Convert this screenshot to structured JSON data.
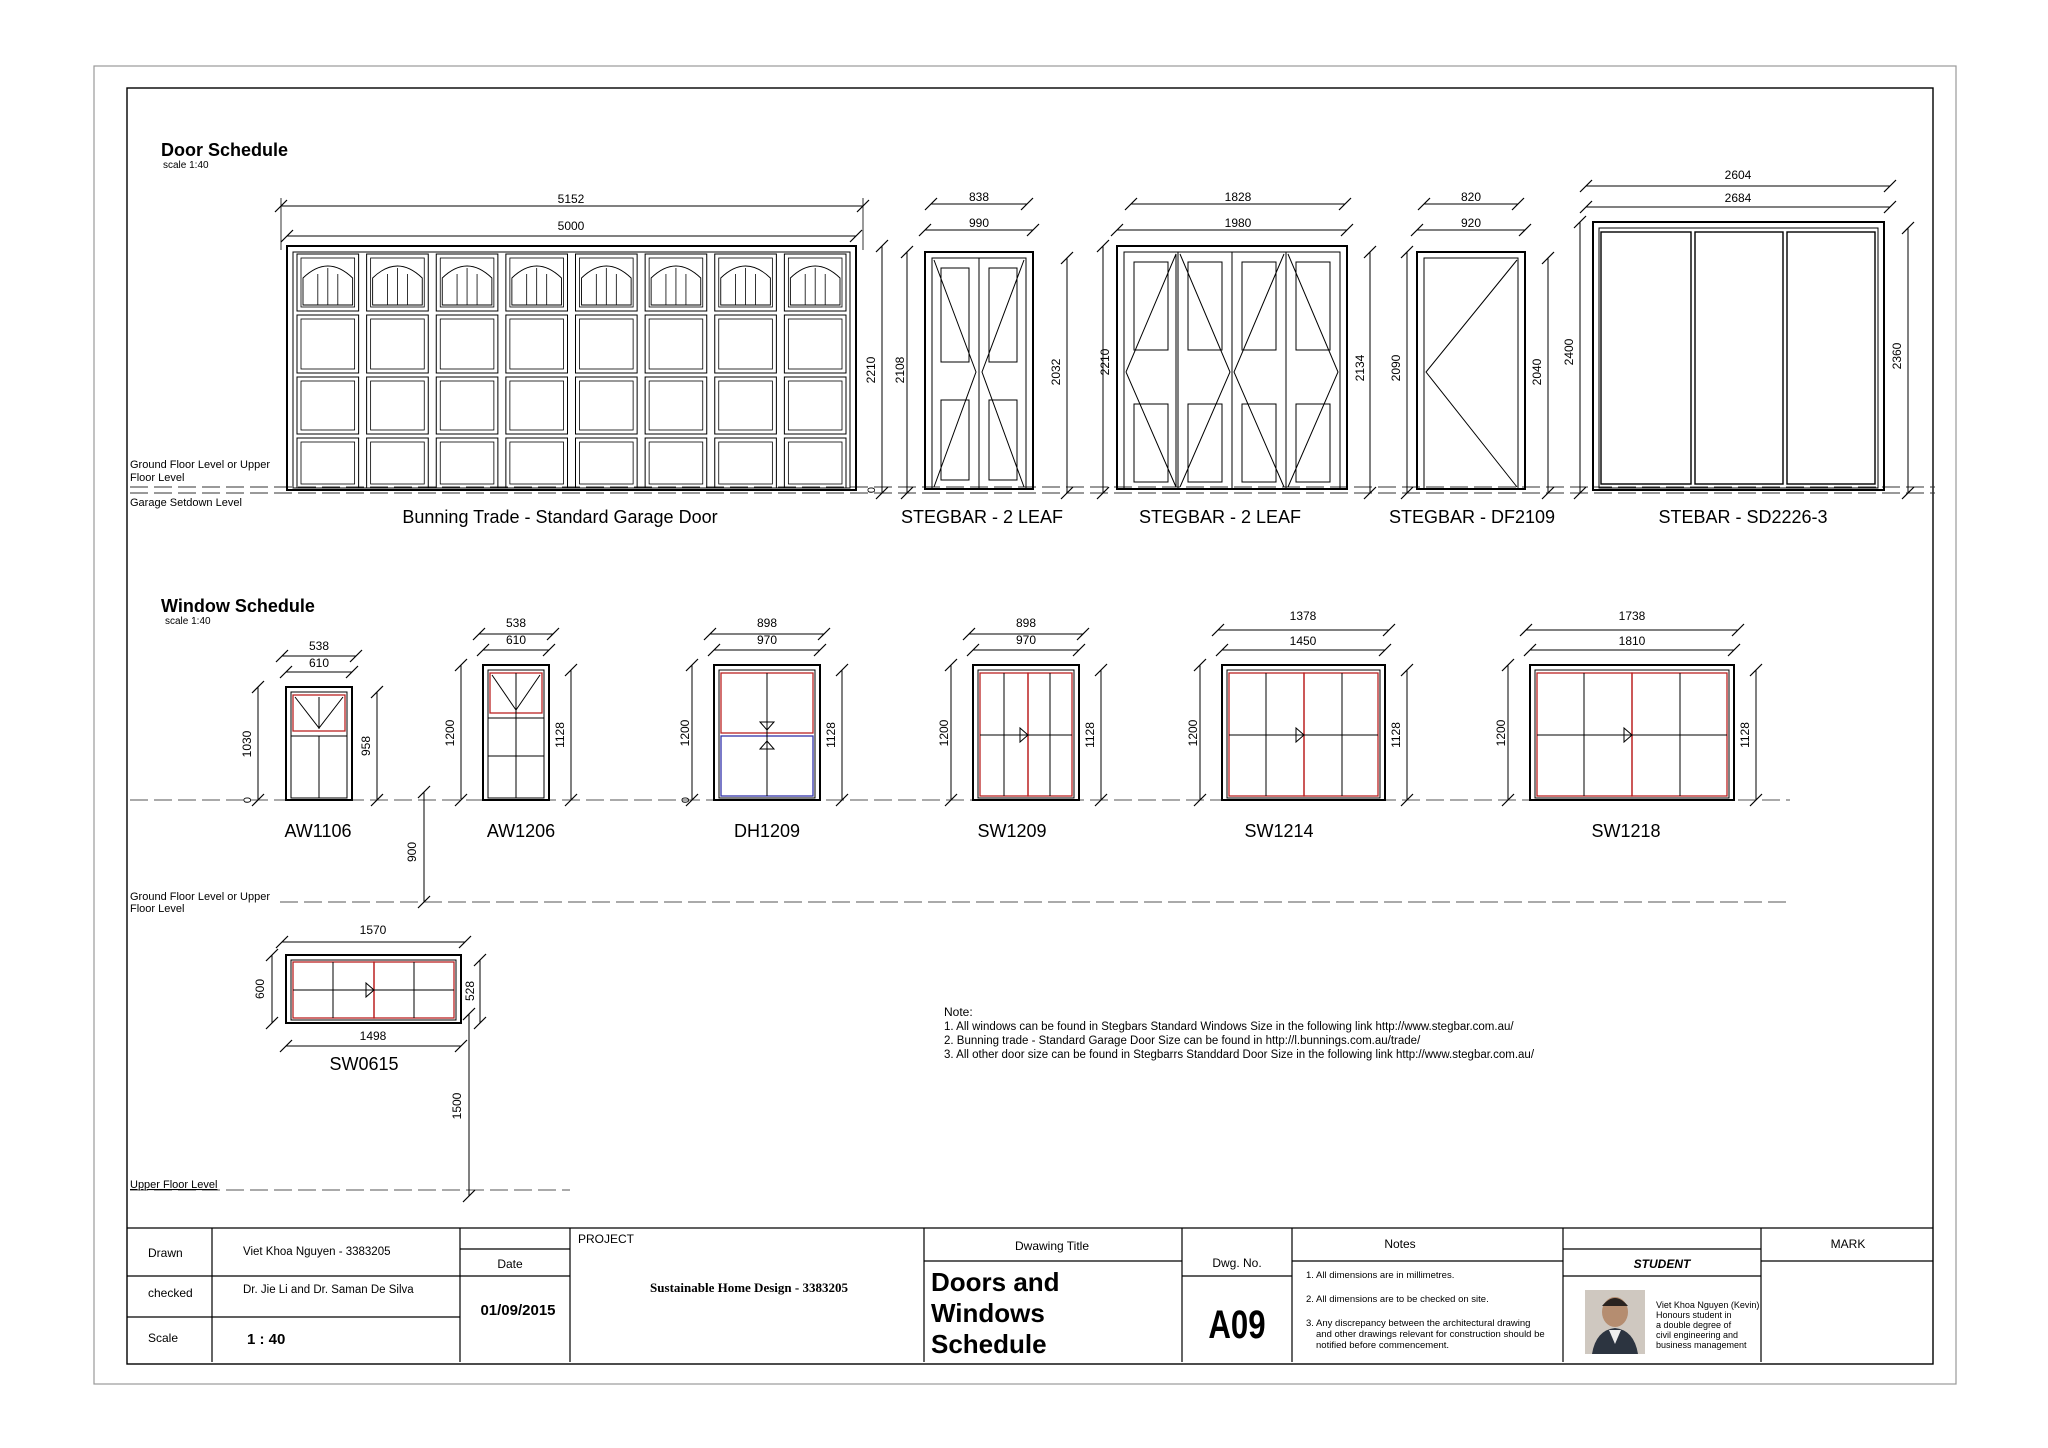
{
  "door_schedule": {
    "title": "Door Schedule",
    "scale": "scale 1:40",
    "level_ground": [
      "Ground Floor Level or Upper",
      "Floor Level"
    ],
    "level_garage": "Garage Setdown Level",
    "doors": [
      {
        "label": "Bunning Trade - Standard Garage Door",
        "dim_outer": "5152",
        "dim_inner": "5000",
        "h_outer": "2210",
        "h_inner": "2108"
      },
      {
        "label": "STEGBAR - 2 LEAF",
        "dim_outer": "838",
        "dim_inner": "990",
        "h_inner": "2032"
      },
      {
        "label": "STEGBAR - 2 LEAF",
        "dim_outer": "1828",
        "dim_inner": "1980",
        "h_outer": "2210",
        "h_inner": "2134"
      },
      {
        "label": "STEGBAR - DF2109",
        "dim_outer": "820",
        "dim_inner": "920",
        "h_outer": "2090",
        "h_inner": "2040"
      },
      {
        "label": "STEBAR - SD2226-3",
        "dim_outer": "2604",
        "dim_inner": "2684",
        "h_outer": "2400",
        "h_inner": "2360"
      }
    ],
    "zero": "0"
  },
  "window_schedule": {
    "title": "Window Schedule",
    "scale": "scale 1:40",
    "level_ground": [
      "Ground Floor Level or Upper",
      "Floor Level"
    ],
    "level_upper": "Upper Floor Level",
    "sill_900": "900",
    "sill_1500": "1500",
    "windows": [
      {
        "label": "AW1106",
        "w_top": "538",
        "w_bot": "610",
        "h_outer": "1030",
        "h_inner": "958"
      },
      {
        "label": "AW1206",
        "w_top": "538",
        "w_bot": "610",
        "h_outer": "1200",
        "h_inner": "1128"
      },
      {
        "label": "DH1209",
        "w_top": "898",
        "w_bot": "970",
        "h_outer": "1200",
        "h_inner": "1128"
      },
      {
        "label": "SW1209",
        "w_top": "898",
        "w_bot": "970",
        "h_outer": "1200",
        "h_inner": "1128"
      },
      {
        "label": "SW1214",
        "w_top": "1378",
        "w_bot": "1450",
        "h_outer": "1200",
        "h_inner": "1128"
      },
      {
        "label": "SW1218",
        "w_top": "1738",
        "w_bot": "1810",
        "h_outer": "1200",
        "h_inner": "1128"
      },
      {
        "label": "SW0615",
        "w_top": "1570",
        "w_bot": "1498",
        "h_outer": "600",
        "h_inner": "528"
      }
    ]
  },
  "notes_block": {
    "heading": "Note:",
    "lines": [
      "1. All windows can be found in Stegbars Standard Windows Size in the following link http://www.stegbar.com.au/",
      "2. Bunning trade - Standard Garage Door Size can be found in http://l.bunnings.com.au/trade/",
      "3. All other door size can be found in Stegbarrs Standdard Door Size in the following link http://www.stegbar.com.au/"
    ]
  },
  "title_block": {
    "drawn_label": "Drawn",
    "drawn_value": "Viet Khoa Nguyen - 3383205",
    "checked_label": "checked",
    "checked_value": "Dr. Jie Li and Dr. Saman De Silva",
    "scale_label": "Scale",
    "scale_value": "1 : 40",
    "date_label": "Date",
    "date_value": "01/09/2015",
    "project_label": "PROJECT",
    "project_value": "Sustainable Home Design - 3383205",
    "drawing_title_label": "Dwawing Title",
    "drawing_title": [
      "Doors and",
      "Windows",
      "Schedule"
    ],
    "dwg_no_label": "Dwg. No.",
    "dwg_no": "A09",
    "notes_label": "Notes",
    "notes": [
      "1. All dimensions are in millimetres.",
      "2. All dimensions are to be checked on site.",
      "3. Any discrepancy between the architectural drawing",
      "and other drawings relevant for construction should be",
      "notified before commencement."
    ],
    "student_label": "STUDENT",
    "student_info": [
      "Viet Khoa Nguyen (Kevin)",
      "Honours student in",
      "a double degree of",
      "civil engineering and",
      "business management"
    ],
    "mark_label": "MARK"
  }
}
